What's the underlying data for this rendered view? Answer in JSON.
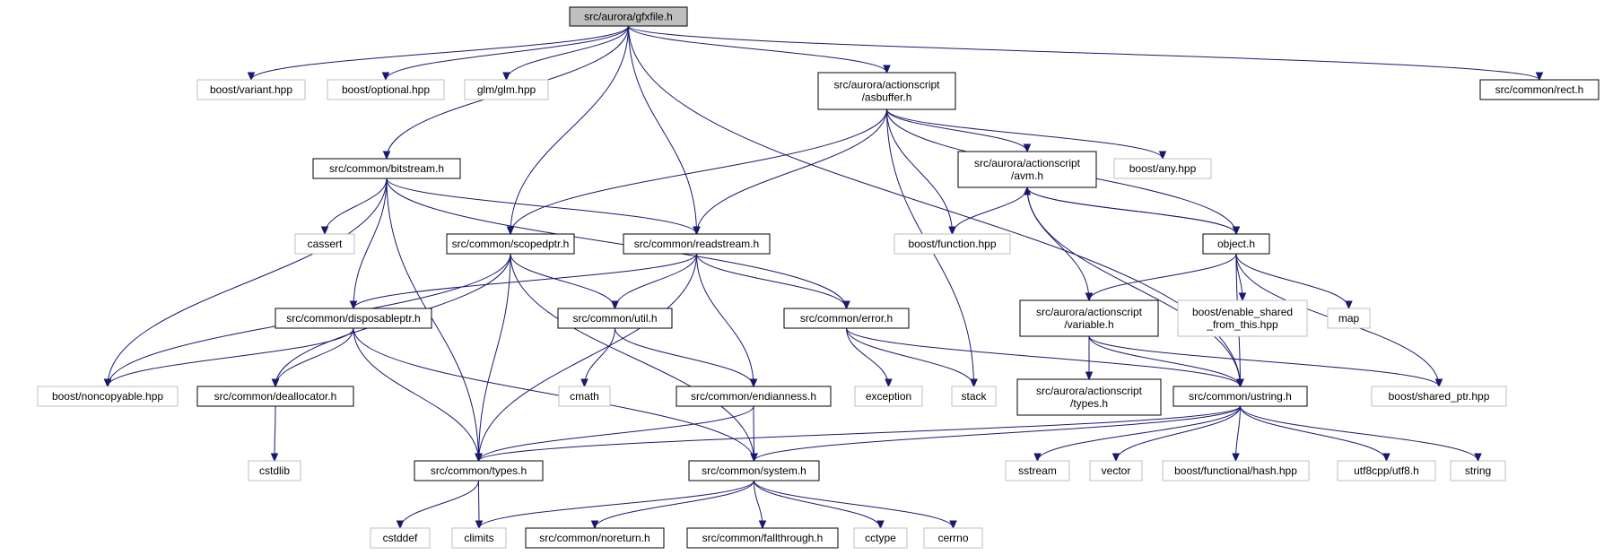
{
  "diagram": {
    "colors": {
      "edge": "#191970",
      "local_border": "#000000",
      "system_border": "#bfbfbf",
      "root_fill": "#bfbfbf",
      "background": "#ffffff"
    },
    "nodes": [
      {
        "id": "gfxfile",
        "kind": "root",
        "lines": [
          "src/aurora/gfxfile.h"
        ]
      },
      {
        "id": "variant",
        "kind": "system",
        "lines": [
          "boost/variant.hpp"
        ]
      },
      {
        "id": "optional",
        "kind": "system",
        "lines": [
          "boost/optional.hpp"
        ]
      },
      {
        "id": "glm",
        "kind": "system",
        "lines": [
          "glm/glm.hpp"
        ]
      },
      {
        "id": "asbuffer",
        "kind": "local",
        "lines": [
          "src/aurora/actionscript",
          "/asbuffer.h"
        ]
      },
      {
        "id": "rect",
        "kind": "local",
        "lines": [
          "src/common/rect.h"
        ]
      },
      {
        "id": "bitstream",
        "kind": "local",
        "lines": [
          "src/common/bitstream.h"
        ]
      },
      {
        "id": "avm",
        "kind": "local",
        "lines": [
          "src/aurora/actionscript",
          "/avm.h"
        ]
      },
      {
        "id": "any",
        "kind": "system",
        "lines": [
          "boost/any.hpp"
        ]
      },
      {
        "id": "cassert",
        "kind": "system",
        "lines": [
          "cassert"
        ]
      },
      {
        "id": "scopedptr",
        "kind": "local",
        "lines": [
          "src/common/scopedptr.h"
        ]
      },
      {
        "id": "readstream",
        "kind": "local",
        "lines": [
          "src/common/readstream.h"
        ]
      },
      {
        "id": "function",
        "kind": "system",
        "lines": [
          "boost/function.hpp"
        ]
      },
      {
        "id": "object",
        "kind": "local",
        "lines": [
          "object.h"
        ]
      },
      {
        "id": "disposableptr",
        "kind": "local",
        "lines": [
          "src/common/disposableptr.h"
        ]
      },
      {
        "id": "util",
        "kind": "local",
        "lines": [
          "src/common/util.h"
        ]
      },
      {
        "id": "error",
        "kind": "local",
        "lines": [
          "src/common/error.h"
        ]
      },
      {
        "id": "variable",
        "kind": "local",
        "lines": [
          "src/aurora/actionscript",
          "/variable.h"
        ]
      },
      {
        "id": "enable_shared",
        "kind": "system",
        "lines": [
          "boost/enable_shared",
          "_from_this.hpp"
        ]
      },
      {
        "id": "map",
        "kind": "system",
        "lines": [
          "map"
        ]
      },
      {
        "id": "noncopyable",
        "kind": "system",
        "lines": [
          "boost/noncopyable.hpp"
        ]
      },
      {
        "id": "deallocator",
        "kind": "local",
        "lines": [
          "src/common/deallocator.h"
        ]
      },
      {
        "id": "cmath",
        "kind": "system",
        "lines": [
          "cmath"
        ]
      },
      {
        "id": "endianness",
        "kind": "local",
        "lines": [
          "src/common/endianness.h"
        ]
      },
      {
        "id": "exception",
        "kind": "system",
        "lines": [
          "exception"
        ]
      },
      {
        "id": "stack",
        "kind": "system",
        "lines": [
          "stack"
        ]
      },
      {
        "id": "astypes",
        "kind": "local",
        "lines": [
          "src/aurora/actionscript",
          "/types.h"
        ]
      },
      {
        "id": "ustring",
        "kind": "local",
        "lines": [
          "src/common/ustring.h"
        ]
      },
      {
        "id": "shared_ptr",
        "kind": "system",
        "lines": [
          "boost/shared_ptr.hpp"
        ]
      },
      {
        "id": "cstdlib",
        "kind": "system",
        "lines": [
          "cstdlib"
        ]
      },
      {
        "id": "types",
        "kind": "local",
        "lines": [
          "src/common/types.h"
        ]
      },
      {
        "id": "system",
        "kind": "local",
        "lines": [
          "src/common/system.h"
        ]
      },
      {
        "id": "sstream",
        "kind": "system",
        "lines": [
          "sstream"
        ]
      },
      {
        "id": "vector",
        "kind": "system",
        "lines": [
          "vector"
        ]
      },
      {
        "id": "hash",
        "kind": "system",
        "lines": [
          "boost/functional/hash.hpp"
        ]
      },
      {
        "id": "utf8",
        "kind": "system",
        "lines": [
          "utf8cpp/utf8.h"
        ]
      },
      {
        "id": "string",
        "kind": "system",
        "lines": [
          "string"
        ]
      },
      {
        "id": "cstddef",
        "kind": "system",
        "lines": [
          "cstddef"
        ]
      },
      {
        "id": "climits",
        "kind": "system",
        "lines": [
          "climits"
        ]
      },
      {
        "id": "noreturn",
        "kind": "local",
        "lines": [
          "src/common/noreturn.h"
        ]
      },
      {
        "id": "fallthrough",
        "kind": "local",
        "lines": [
          "src/common/fallthrough.h"
        ]
      },
      {
        "id": "cctype",
        "kind": "system",
        "lines": [
          "cctype"
        ]
      },
      {
        "id": "cerrno",
        "kind": "system",
        "lines": [
          "cerrno"
        ]
      }
    ],
    "edges": [
      [
        "gfxfile",
        "variant"
      ],
      [
        "gfxfile",
        "optional"
      ],
      [
        "gfxfile",
        "glm"
      ],
      [
        "gfxfile",
        "asbuffer"
      ],
      [
        "gfxfile",
        "rect"
      ],
      [
        "gfxfile",
        "bitstream"
      ],
      [
        "gfxfile",
        "scopedptr"
      ],
      [
        "gfxfile",
        "readstream"
      ],
      [
        "gfxfile",
        "ustring"
      ],
      [
        "asbuffer",
        "avm"
      ],
      [
        "asbuffer",
        "any"
      ],
      [
        "asbuffer",
        "scopedptr"
      ],
      [
        "asbuffer",
        "readstream"
      ],
      [
        "asbuffer",
        "function"
      ],
      [
        "asbuffer",
        "object"
      ],
      [
        "asbuffer",
        "stack"
      ],
      [
        "bitstream",
        "cassert"
      ],
      [
        "bitstream",
        "readstream"
      ],
      [
        "bitstream",
        "disposableptr"
      ],
      [
        "bitstream",
        "noncopyable"
      ],
      [
        "bitstream",
        "error"
      ],
      [
        "bitstream",
        "types"
      ],
      [
        "avm",
        "function"
      ],
      [
        "avm",
        "object"
      ],
      [
        "avm",
        "variable"
      ],
      [
        "avm",
        "ustring"
      ],
      [
        "object",
        "avm"
      ],
      [
        "object",
        "variable"
      ],
      [
        "object",
        "enable_shared"
      ],
      [
        "object",
        "map"
      ],
      [
        "object",
        "shared_ptr"
      ],
      [
        "object",
        "ustring"
      ],
      [
        "scopedptr",
        "util"
      ],
      [
        "scopedptr",
        "noncopyable"
      ],
      [
        "scopedptr",
        "deallocator"
      ],
      [
        "scopedptr",
        "types"
      ],
      [
        "scopedptr",
        "system"
      ],
      [
        "readstream",
        "util"
      ],
      [
        "readstream",
        "error"
      ],
      [
        "readstream",
        "disposableptr"
      ],
      [
        "readstream",
        "endianness"
      ],
      [
        "readstream",
        "types"
      ],
      [
        "disposableptr",
        "noncopyable"
      ],
      [
        "disposableptr",
        "deallocator"
      ],
      [
        "disposableptr",
        "types"
      ],
      [
        "disposableptr",
        "system"
      ],
      [
        "util",
        "cmath"
      ],
      [
        "util",
        "endianness"
      ],
      [
        "error",
        "exception"
      ],
      [
        "error",
        "stack"
      ],
      [
        "error",
        "ustring"
      ],
      [
        "variable",
        "astypes"
      ],
      [
        "variable",
        "ustring"
      ],
      [
        "variable",
        "shared_ptr"
      ],
      [
        "deallocator",
        "cstdlib"
      ],
      [
        "endianness",
        "types"
      ],
      [
        "endianness",
        "system"
      ],
      [
        "ustring",
        "types"
      ],
      [
        "ustring",
        "system"
      ],
      [
        "ustring",
        "sstream"
      ],
      [
        "ustring",
        "vector"
      ],
      [
        "ustring",
        "hash"
      ],
      [
        "ustring",
        "utf8"
      ],
      [
        "ustring",
        "string"
      ],
      [
        "types",
        "cstddef"
      ],
      [
        "types",
        "climits"
      ],
      [
        "system",
        "climits"
      ],
      [
        "system",
        "noreturn"
      ],
      [
        "system",
        "fallthrough"
      ],
      [
        "system",
        "cctype"
      ],
      [
        "system",
        "cerrno"
      ]
    ]
  }
}
